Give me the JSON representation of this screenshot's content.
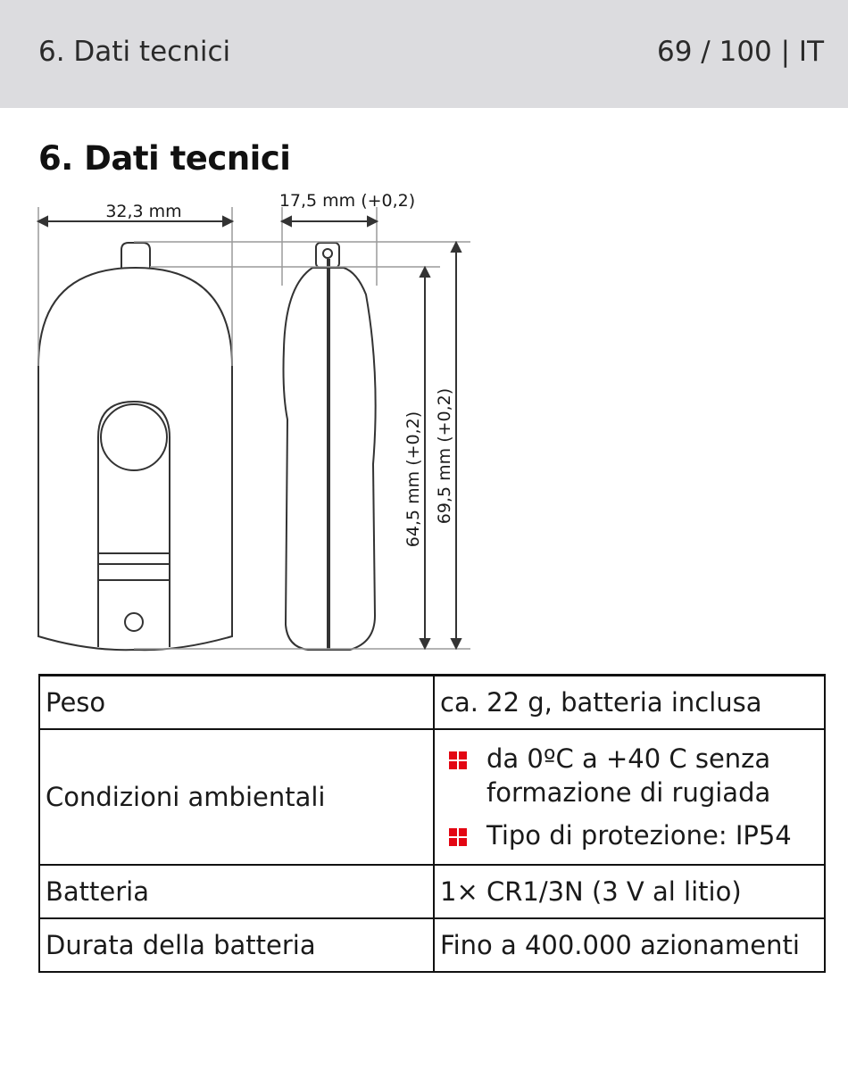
{
  "header": {
    "section": "6. Dati tecnici",
    "page": "69 / 100 | IT"
  },
  "title": "6. Dati tecnici",
  "drawing": {
    "width_label": "32,3 mm",
    "depth_label": "17,5 mm (+0,2)",
    "height_inner_label": "64,5 mm (+0,2)",
    "height_outer_label": "69,5 mm (+0,2)"
  },
  "specs": {
    "weight": {
      "label": "Peso",
      "value": "ca. 22 g, batteria inclusa"
    },
    "conditions": {
      "label": "Condizioni ambientali",
      "items": [
        "da 0ºC a +40 C senza formazione di rugiada",
        "Tipo di protezione: IP54"
      ]
    },
    "battery": {
      "label": "Batteria",
      "value": "1× CR1/3N (3 V al litio)"
    },
    "battery_life": {
      "label": "Durata della batteria",
      "value": "Fino a 400.000 azionamenti"
    }
  },
  "colors": {
    "header_bg": "#dcdcdf",
    "bullet": "#e30613"
  }
}
